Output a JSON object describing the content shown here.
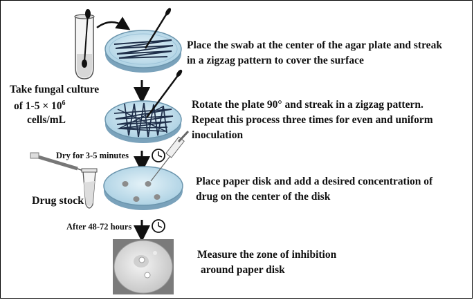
{
  "steps": [
    {
      "line1": "Place the swab at the center of the agar plate and streak",
      "line2": "in a zigzag pattern to cover the surface"
    },
    {
      "line1": "Rotate the plate 90° and streak in a zigzag pattern.",
      "line2": "Repeat this process three times for even and uniform",
      "line3": "inoculation"
    },
    {
      "line1": "Place paper disk and add a desired concentration of",
      "line2": "drug on the center of the disk"
    },
    {
      "line1": "Measure the zone of inhibition",
      "line2": "around paper disk"
    }
  ],
  "culture": {
    "line1": "Take fungal culture",
    "line2_pre": "of 1-5 × 10",
    "line2_sup": "6",
    "line3": "cells/mL"
  },
  "drug_stock": "Drug stock",
  "timers": {
    "dry": "Dry for 3-5 minutes",
    "incubate": "After 48-72 hours"
  },
  "colors": {
    "agar": "#c9e3f0",
    "streak": "#1f2f4a",
    "text": "#111111"
  },
  "icons": [
    "cotton-swab-icon",
    "culture-tube-icon",
    "petri-dish-icon",
    "clock-icon",
    "pipette-icon",
    "drug-vial-icon",
    "paper-disk-icon"
  ]
}
